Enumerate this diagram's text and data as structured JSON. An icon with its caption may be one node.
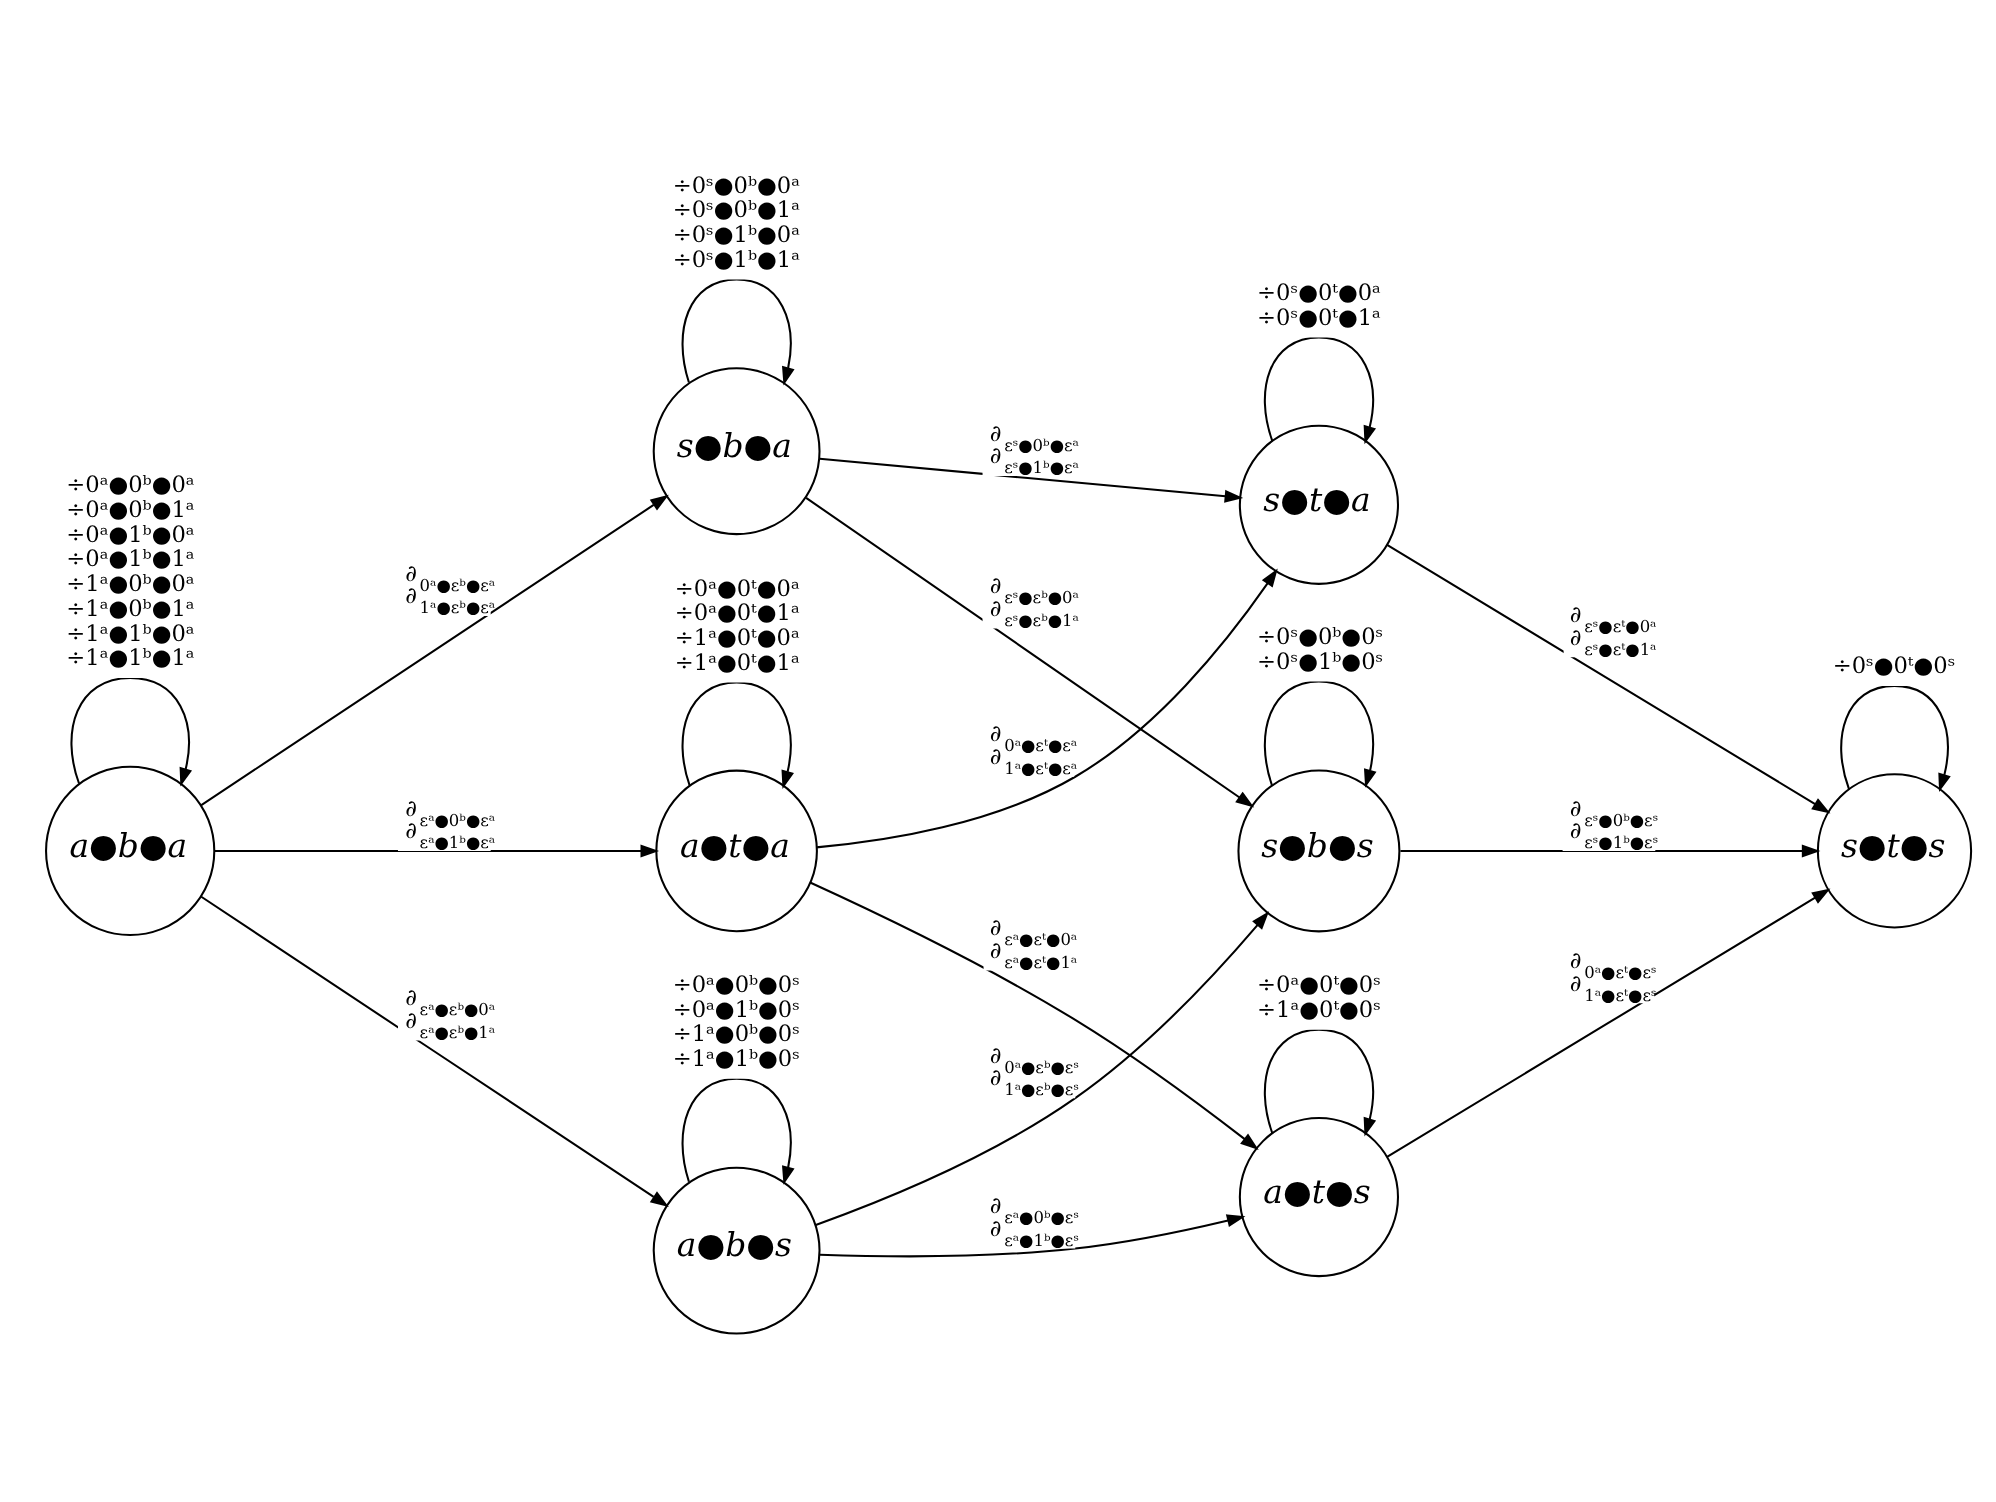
{
  "diagram": {
    "nodes": [
      {
        "text": [
          "a●b●a"
        ]
      },
      {
        "text": [
          "s●b●a"
        ]
      },
      {
        "text": [
          "a●t●a"
        ]
      },
      {
        "text": [
          "a●b●s"
        ]
      },
      {
        "text": [
          "s●t●a"
        ]
      },
      {
        "text": [
          "s●b●s"
        ]
      },
      {
        "text": [
          "a●t●s"
        ]
      },
      {
        "text": [
          "s●t●s"
        ]
      }
    ],
    "edges": [
      {
        "from": 0,
        "to": 0,
        "arrow": "to",
        "label": "÷0ᵃ●0ᵇ●0ᵃ ÷0ᵃ●0ᵇ●1ᵃ ÷0ᵃ●1ᵇ●0ᵃ ÷0ᵃ●1ᵇ●1ᵃ ÷1ᵃ●0ᵇ●0ᵃ ÷1ᵃ●0ᵇ●1ᵃ ÷1ᵃ●1ᵇ●0ᵃ ÷1ᵃ●1ᵇ●1ᵃ"
      },
      {
        "from": 0,
        "to": 1,
        "arrow": "to",
        "label": "∂$_{0ᵃ●εᵇ●εᵃ}$ ∂$_{1ᵃ●εᵇ●εᵃ}$"
      },
      {
        "from": 0,
        "to": 2,
        "arrow": "to",
        "label": "∂$_{εᵃ●0ᵇ●εᵃ}$ ∂$_{εᵃ●1ᵇ●εᵃ}$"
      },
      {
        "from": 0,
        "to": 3,
        "arrow": "to",
        "label": "∂$_{εᵃ●εᵇ●0ᵃ}$ ∂$_{εᵃ●εᵇ●1ᵃ}$"
      },
      {
        "from": 1,
        "to": 1,
        "arrow": "to",
        "label": "÷0ˢ●0ᵇ●0ᵃ ÷0ˢ●0ᵇ●1ᵃ ÷0ˢ●1ᵇ●0ᵃ ÷0ˢ●1ᵇ●1ᵃ"
      },
      {
        "from": 1,
        "to": 4,
        "arrow": "to",
        "label": "∂$_{εˢ●0ᵇ●εᵃ}$ ∂$_{εˢ●1ᵇ●εᵃ}$"
      },
      {
        "from": 1,
        "to": 5,
        "arrow": "to",
        "label": "∂$_{εˢ●εᵇ●0ᵃ}$ ∂$_{εˢ●εᵇ●1ᵃ}$"
      },
      {
        "from": 2,
        "to": 2,
        "arrow": "to",
        "label": "÷0ᵃ●0ᵗ●0ᵃ ÷0ᵃ●0ᵗ●1ᵃ ÷1ᵃ●0ᵗ●0ᵃ ÷1ᵃ●0ᵗ●1ᵃ"
      },
      {
        "from": 2,
        "to": 4,
        "arrow": "to",
        "label": "∂$_{0ᵃ●εᵗ●εᵃ}$ ∂$_{1ᵃ●εᵗ●εᵃ}$"
      },
      {
        "from": 2,
        "to": 6,
        "arrow": "to",
        "label": "∂$_{εᵃ●εᵗ●0ᵃ}$ ∂$_{εᵃ●εᵗ●1ᵃ}$"
      },
      {
        "from": 3,
        "to": 3,
        "arrow": "to",
        "label": "÷0ᵃ●0ᵇ●0ˢ ÷0ᵃ●1ᵇ●0ˢ ÷1ᵃ●0ᵇ●0ˢ ÷1ᵃ●1ᵇ●0ˢ"
      },
      {
        "from": 3,
        "to": 5,
        "arrow": "to",
        "label": "∂$_{0ᵃ●εᵇ●εˢ}$ ∂$_{1ᵃ●εᵇ●εˢ}$"
      },
      {
        "from": 3,
        "to": 6,
        "arrow": "to",
        "label": "∂$_{εᵃ●0ᵇ●εˢ}$ ∂$_{εᵃ●1ᵇ●εˢ}$"
      },
      {
        "from": 4,
        "to": 4,
        "arrow": "to",
        "label": "÷0ˢ●0ᵗ●0ᵃ ÷0ˢ●0ᵗ●1ᵃ"
      },
      {
        "from": 4,
        "to": 7,
        "arrow": "to",
        "label": "∂$_{εˢ●εᵗ●0ᵃ}$ ∂$_{εˢ●εᵗ●1ᵃ}$"
      },
      {
        "from": 5,
        "to": 5,
        "arrow": "to",
        "label": "÷0ˢ●0ᵇ●0ˢ ÷0ˢ●1ᵇ●0ˢ"
      },
      {
        "from": 5,
        "to": 7,
        "arrow": "to",
        "label": "∂$_{εˢ●0ᵇ●εˢ}$ ∂$_{εˢ●1ᵇ●εˢ}$"
      },
      {
        "from": 6,
        "to": 6,
        "arrow": "to",
        "label": "÷0ᵃ●0ᵗ●0ˢ ÷1ᵃ●0ᵗ●0ˢ"
      },
      {
        "from": 6,
        "to": 7,
        "arrow": "to",
        "label": "∂$_{0ᵃ●εᵗ●εˢ}$ ∂$_{1ᵃ●εᵗ●εˢ}$"
      },
      {
        "from": 7,
        "to": 7,
        "arrow": "to",
        "label": "÷0ˢ●0ᵗ●0ˢ"
      }
    ]
  }
}
